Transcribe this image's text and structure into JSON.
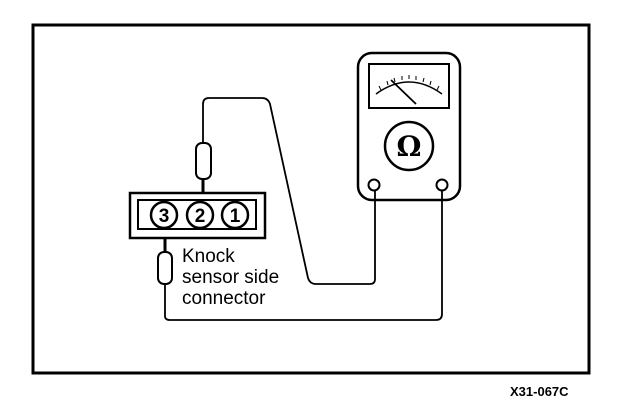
{
  "diagram": {
    "connector": {
      "pins": [
        {
          "id": "pin-3",
          "label": "3"
        },
        {
          "id": "pin-2",
          "label": "2"
        },
        {
          "id": "pin-1",
          "label": "1"
        }
      ],
      "label_lines": [
        "Knock",
        "sensor side",
        "connector"
      ]
    },
    "meter": {
      "symbol": "Ω",
      "icon": "ohmmeter-icon"
    },
    "reference_code": "X31-067C"
  }
}
